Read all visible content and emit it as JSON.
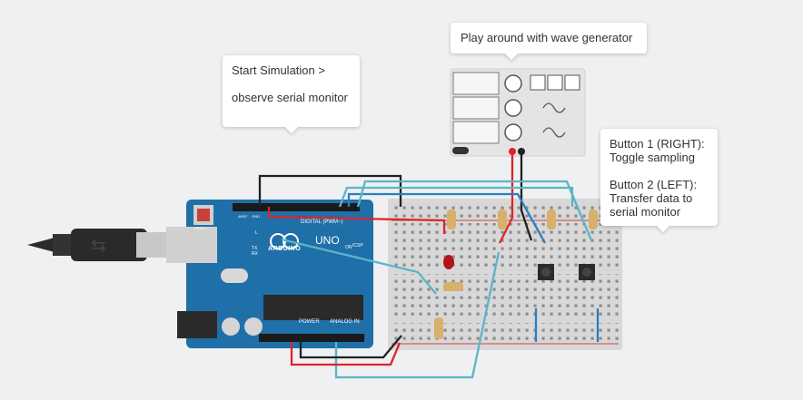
{
  "tooltips": {
    "wave_generator": "Play around with wave generator",
    "simulation_line1": "Start Simulation >",
    "simulation_line2": "observe serial monitor",
    "button1_line1": "Button 1 (RIGHT):",
    "button1_line2": "Toggle sampling",
    "button2_line1": "Button 2 (LEFT):",
    "button2_line2": "Transfer data to",
    "button2_line3": "serial monitor"
  },
  "arduino": {
    "brand": "ARDUINO",
    "model": "UNO",
    "digital_label": "DIGITAL (PWM~)",
    "power_label": "POWER",
    "analog_label": "ANALOG IN",
    "icsp_label": "ICSP",
    "on_label": "ON",
    "l_label": "L",
    "tx_label": "TX",
    "rx_label": "RX",
    "aref_label": "AREF",
    "gnd_label": "GND",
    "reset_label": "RESET"
  },
  "wire_colors": {
    "red": "#e0232a",
    "black": "#222222",
    "teal": "#5ab5c8",
    "blue": "#2a7fc0"
  }
}
